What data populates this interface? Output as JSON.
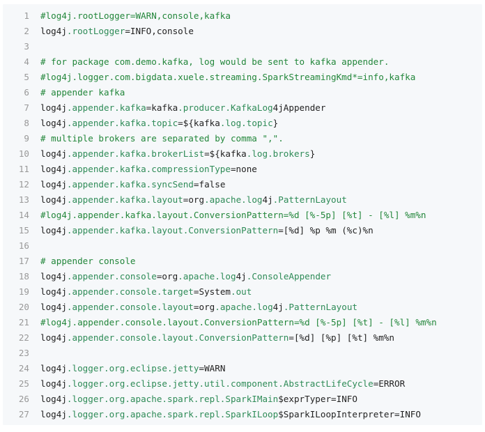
{
  "colors": {
    "background": "#f6f8fa",
    "comment": "#22863a",
    "property": "#2e8b57",
    "text": "#222222",
    "line_number": "#999999"
  },
  "line_numbers": [
    "1",
    "2",
    "3",
    "4",
    "5",
    "6",
    "7",
    "8",
    "9",
    "10",
    "11",
    "12",
    "13",
    "14",
    "15",
    "16",
    "17",
    "18",
    "19",
    "20",
    "21",
    "22",
    "23",
    "24",
    "25",
    "26",
    "27"
  ],
  "lines": [
    [
      {
        "t": "#log4j.rootLogger=WARN,console,kafka",
        "k": "c"
      }
    ],
    [
      {
        "t": "log4j",
        "k": ""
      },
      {
        "t": ".rootLogger",
        "k": "p"
      },
      {
        "t": "=INFO,console",
        "k": ""
      }
    ],
    [],
    [
      {
        "t": "# for package com.demo.kafka, log would be sent to kafka appender.",
        "k": "c"
      }
    ],
    [
      {
        "t": "#log4j.logger.com.bigdata.xuele.streaming.SparkStreamingKmd*=info,kafka",
        "k": "c"
      }
    ],
    [
      {
        "t": "# appender kafka",
        "k": "c"
      }
    ],
    [
      {
        "t": "log4j",
        "k": ""
      },
      {
        "t": ".appender.kafka",
        "k": "p"
      },
      {
        "t": "=kafka",
        "k": ""
      },
      {
        "t": ".producer.KafkaLog",
        "k": "p"
      },
      {
        "t": "4jAppender",
        "k": ""
      }
    ],
    [
      {
        "t": "log4j",
        "k": ""
      },
      {
        "t": ".appender.kafka.topic",
        "k": "p"
      },
      {
        "t": "=${kafka",
        "k": ""
      },
      {
        "t": ".log.topic",
        "k": "p"
      },
      {
        "t": "}",
        "k": ""
      }
    ],
    [
      {
        "t": "# multiple brokers are separated by comma \",\".",
        "k": "c"
      }
    ],
    [
      {
        "t": "log4j",
        "k": ""
      },
      {
        "t": ".appender.kafka.brokerList",
        "k": "p"
      },
      {
        "t": "=${kafka",
        "k": ""
      },
      {
        "t": ".log.brokers",
        "k": "p"
      },
      {
        "t": "}",
        "k": ""
      }
    ],
    [
      {
        "t": "log4j",
        "k": ""
      },
      {
        "t": ".appender.kafka.compressionType",
        "k": "p"
      },
      {
        "t": "=none",
        "k": ""
      }
    ],
    [
      {
        "t": "log4j",
        "k": ""
      },
      {
        "t": ".appender.kafka.syncSend",
        "k": "p"
      },
      {
        "t": "=false",
        "k": ""
      }
    ],
    [
      {
        "t": "log4j",
        "k": ""
      },
      {
        "t": ".appender.kafka.layout",
        "k": "p"
      },
      {
        "t": "=org",
        "k": ""
      },
      {
        "t": ".apache.log",
        "k": "p"
      },
      {
        "t": "4j",
        "k": ""
      },
      {
        "t": ".PatternLayout",
        "k": "p"
      }
    ],
    [
      {
        "t": "#log4j.appender.kafka.layout.ConversionPattern=%d [%-5p] [%t] - [%l] %m%n",
        "k": "c"
      }
    ],
    [
      {
        "t": "log4j",
        "k": ""
      },
      {
        "t": ".appender.kafka.layout.ConversionPattern",
        "k": "p"
      },
      {
        "t": "=[%d] %p %m (%c)%n",
        "k": ""
      }
    ],
    [],
    [
      {
        "t": "# appender console",
        "k": "c"
      }
    ],
    [
      {
        "t": "log4j",
        "k": ""
      },
      {
        "t": ".appender.console",
        "k": "p"
      },
      {
        "t": "=org",
        "k": ""
      },
      {
        "t": ".apache.log",
        "k": "p"
      },
      {
        "t": "4j",
        "k": ""
      },
      {
        "t": ".ConsoleAppender",
        "k": "p"
      }
    ],
    [
      {
        "t": "log4j",
        "k": ""
      },
      {
        "t": ".appender.console.target",
        "k": "p"
      },
      {
        "t": "=System",
        "k": ""
      },
      {
        "t": ".out",
        "k": "p"
      }
    ],
    [
      {
        "t": "log4j",
        "k": ""
      },
      {
        "t": ".appender.console.layout",
        "k": "p"
      },
      {
        "t": "=org",
        "k": ""
      },
      {
        "t": ".apache.log",
        "k": "p"
      },
      {
        "t": "4j",
        "k": ""
      },
      {
        "t": ".PatternLayout",
        "k": "p"
      }
    ],
    [
      {
        "t": "#log4j.appender.console.layout.ConversionPattern=%d [%-5p] [%t] - [%l] %m%n",
        "k": "c"
      }
    ],
    [
      {
        "t": "log4j",
        "k": ""
      },
      {
        "t": ".appender.console.layout.ConversionPattern",
        "k": "p"
      },
      {
        "t": "=[%d] [%p] [%t] %m%n",
        "k": ""
      }
    ],
    [],
    [
      {
        "t": "log4j",
        "k": ""
      },
      {
        "t": ".logger.org.eclipse.jetty",
        "k": "p"
      },
      {
        "t": "=WARN",
        "k": ""
      }
    ],
    [
      {
        "t": "log4j",
        "k": ""
      },
      {
        "t": ".logger.org.eclipse.jetty.util.component.AbstractLifeCycle",
        "k": "p"
      },
      {
        "t": "=ERROR",
        "k": ""
      }
    ],
    [
      {
        "t": "log4j",
        "k": ""
      },
      {
        "t": ".logger.org.apache.spark.repl.SparkIMain",
        "k": "p"
      },
      {
        "t": "$exprTyper=INFO",
        "k": ""
      }
    ],
    [
      {
        "t": "log4j",
        "k": ""
      },
      {
        "t": ".logger.org.apache.spark.repl.SparkILoop",
        "k": "p"
      },
      {
        "t": "$SparkILoopInterpreter=INFO",
        "k": ""
      }
    ]
  ]
}
